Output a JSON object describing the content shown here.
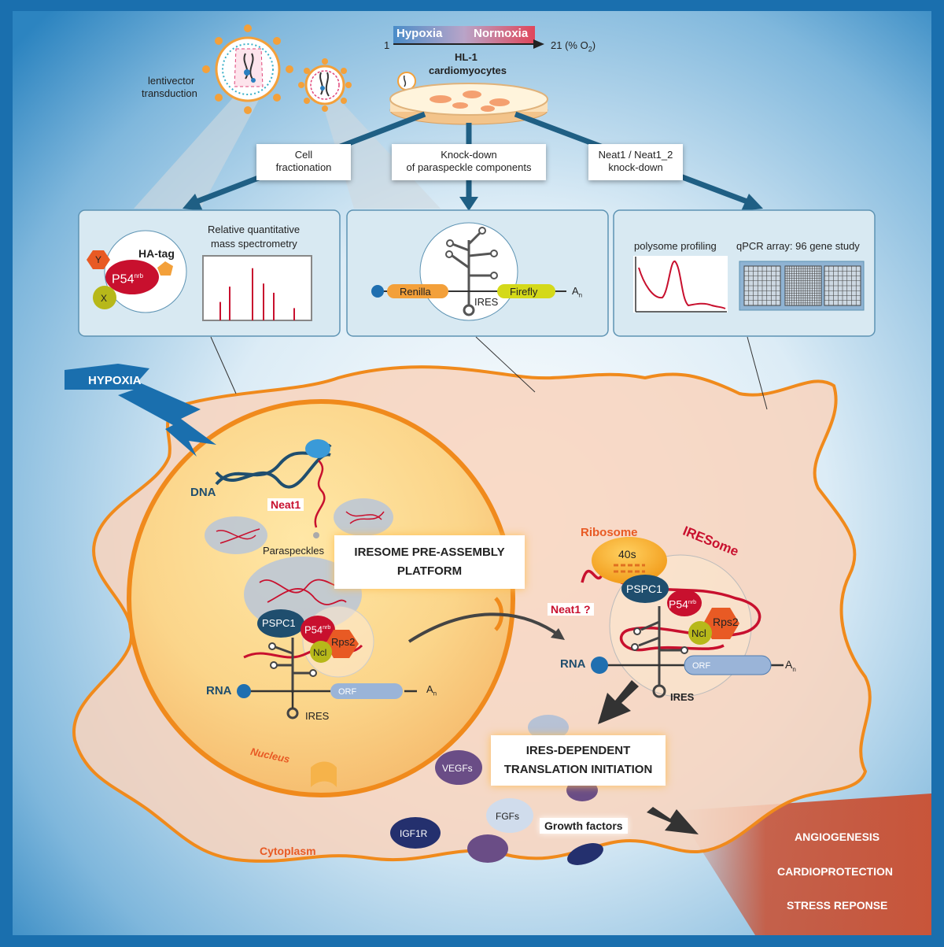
{
  "header": {
    "hypoxia": "Hypoxia",
    "normoxia": "Normoxia",
    "scale_min": "1",
    "scale_max": "21 (% O",
    "scale_max_sub": "2",
    "scale_max_end": ")",
    "cells_line1": "HL-1",
    "cells_line2": "cardiomyocytes",
    "lentivector_line1": "lentivector",
    "lentivector_line2": "transduction"
  },
  "methods": {
    "cell_fractionation_line1": "Cell",
    "cell_fractionation_line2": "fractionation",
    "knockdown_line1": "Knock-down",
    "knockdown_line2": "of paraspeckle components",
    "neat1_line1": "Neat1 / Neat1_2",
    "neat1_line2": "knock-down"
  },
  "panel_left": {
    "title_line1": "Relative quantitative",
    "title_line2": "mass spectrometry",
    "ha_tag": "HA-tag",
    "p54": "P54",
    "p54_sup": "nrb",
    "y": "Y",
    "x": "X",
    "ms_peaks": [
      0.3,
      0.55,
      0.85,
      0.6,
      0.45,
      0.2
    ]
  },
  "panel_middle": {
    "renilla": "Renilla",
    "firefly": "Firefly",
    "ires": "IRES",
    "an": "A",
    "an_sub": "n"
  },
  "panel_right": {
    "polysome": "polysome profiling",
    "qpcr": "qPCR array: 96 gene study"
  },
  "cell": {
    "hypoxia": "HYPOXIA",
    "dna": "DNA",
    "neat1": "Neat1",
    "paraspeckles": "Paraspeckles",
    "platform_line1": "IRESOME PRE-ASSEMBLY",
    "platform_line2": "PLATFORM",
    "pspc1": "PSPC1",
    "p54": "P54",
    "p54_sup": "nrb",
    "rps2": "Rps2",
    "ncl": "Ncl",
    "rna": "RNA",
    "orf": "ORF",
    "ires": "IRES",
    "an": "A",
    "an_sub": "n",
    "nucleus": "Nucleus",
    "cytoplasm": "Cytoplasm",
    "ribosome": "Ribosome",
    "s40": "40s",
    "iresome": "IRESome",
    "neat1_q": "Neat1 ?",
    "translation_line1": "IRES-DEPENDENT",
    "translation_line2": "TRANSLATION INITIATION",
    "vegfs": "VEGFs",
    "fgfs": "FGFs",
    "igf1r": "IGF1R",
    "growth_factors": "Growth factors"
  },
  "outcomes": [
    "ANGIOGENESIS",
    "CARDIOPROTECTION",
    "STRESS REPONSE"
  ],
  "colors": {
    "frame_blue": "#1a6fae",
    "cell_orange": "#f08a1c",
    "p54_red": "#c8102e",
    "pspc1_navy": "#1f4e6e",
    "rps2_orange": "#e85a24",
    "ncl_olive": "#b7b81a",
    "outcome_red": "#c8553a"
  }
}
